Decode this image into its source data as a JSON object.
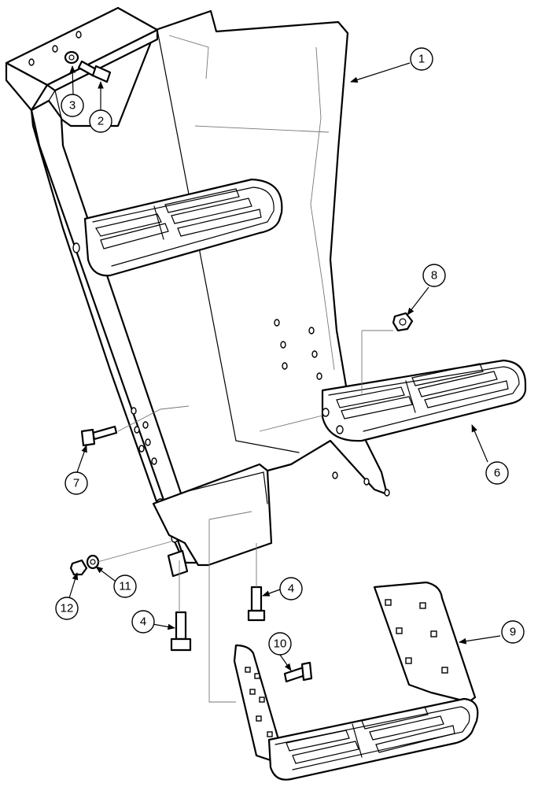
{
  "callouts": [
    {
      "id": "c1",
      "label": "1"
    },
    {
      "id": "c2",
      "label": "2"
    },
    {
      "id": "c3",
      "label": "3"
    },
    {
      "id": "c4a",
      "label": "4"
    },
    {
      "id": "c4b",
      "label": "4"
    },
    {
      "id": "c6",
      "label": "6"
    },
    {
      "id": "c7",
      "label": "7"
    },
    {
      "id": "c8",
      "label": "8"
    },
    {
      "id": "c9",
      "label": "9"
    },
    {
      "id": "c10",
      "label": "10"
    },
    {
      "id": "c11",
      "label": "11"
    },
    {
      "id": "c12",
      "label": "12"
    }
  ]
}
